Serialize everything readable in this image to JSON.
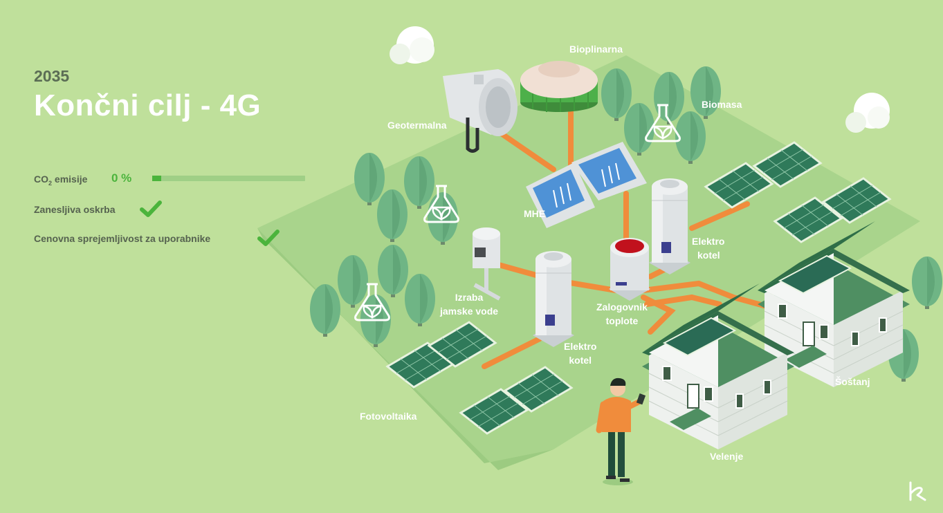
{
  "header": {
    "year": "2035",
    "title": "Končni cilj - 4G"
  },
  "metrics": {
    "co2_label_main": "CO",
    "co2_label_sub": "2",
    "co2_label_rest": " emisije",
    "co2_value": "0 %",
    "co2_progress_fraction": 0.06,
    "reliable_supply": "Zanesljiva oskrba",
    "affordability": "Cenovna sprejemljivost za uporabnike"
  },
  "labels": {
    "bioplinarna": "Bioplinarna",
    "geotermalna": "Geotermalna",
    "biomasa": "Biomasa",
    "mhe": "MHE",
    "elektro_kotel_1_a": "Elektro",
    "elektro_kotel_1_b": "kotel",
    "izraba_a": "Izraba",
    "izraba_b": "jamske vode",
    "zalogovnik_a": "Zalogovnik",
    "zalogovnik_b": "toplote",
    "elektro_kotel_2_a": "Elektro",
    "elektro_kotel_2_b": "kotel",
    "fotovoltaika": "Fotovoltaika",
    "sostanj": "Šoštanj",
    "velenje": "Velenje"
  },
  "colors": {
    "background": "#bfe09b",
    "ground": "#a9d48c",
    "pipe": "#f08c3c",
    "accent_green": "#4bb43c",
    "tree": "#6fb585",
    "solar": "#2f7a5a"
  },
  "icons": [
    "cloud-icon",
    "flask-leaf-icon",
    "check-icon",
    "brand-logo-icon"
  ]
}
